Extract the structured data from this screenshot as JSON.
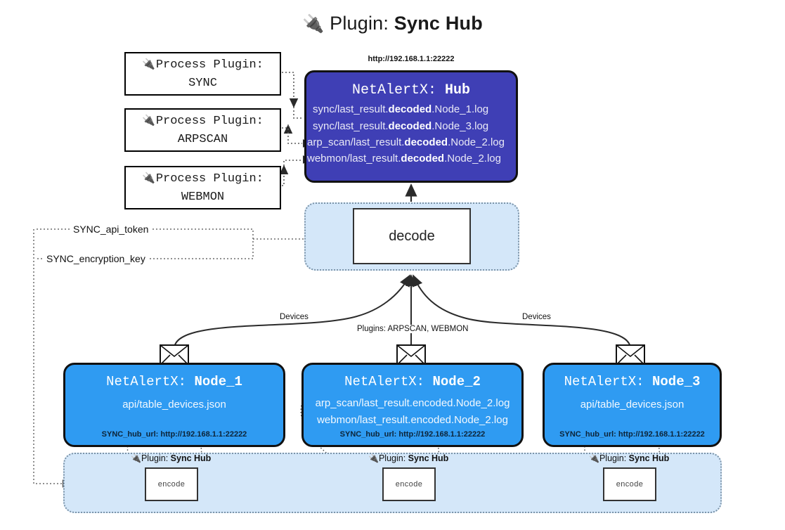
{
  "title": {
    "icon": "plug-icon",
    "prefix": "Plugin:",
    "name": "Sync Hub"
  },
  "process_plugins": [
    {
      "icon": "plug-icon",
      "line1": "Process Plugin:",
      "line2": "SYNC"
    },
    {
      "icon": "plug-icon",
      "line1": "Process Plugin:",
      "line2": "ARPSCAN"
    },
    {
      "icon": "plug-icon",
      "line1": "Process Plugin:",
      "line2": "WEBMON"
    }
  ],
  "hub": {
    "url": "http://192.168.1.1:22222",
    "title_prefix": "NetAlertX:",
    "title_name": "Hub",
    "color": "#3f3fb5",
    "logs": [
      {
        "pre": "sync/last_result.",
        "mid": "decoded",
        "post": ".Node_1.log"
      },
      {
        "pre": "sync/last_result.",
        "mid": "decoded",
        "post": ".Node_3.log"
      },
      {
        "pre": "arp_scan/last_result.",
        "mid": "decoded",
        "post": ".Node_2.log"
      },
      {
        "pre": "webmon/last_result.",
        "mid": "decoded",
        "post": ".Node_2.log"
      }
    ]
  },
  "decode_panel": {
    "box_label": "decode",
    "color": "#d4e7f9"
  },
  "settings": {
    "api_token": "SYNC_api_token",
    "encryption_key": "SYNC_encryption_key"
  },
  "edge_labels": {
    "devices_left": "Devices",
    "devices_right": "Devices",
    "plugins_center": "Plugins: ARPSCAN, WEBMON"
  },
  "nodes": [
    {
      "title_prefix": "NetAlertX:",
      "title_name": "Node_1",
      "lines": [
        "api/table_devices.json"
      ],
      "hub_url_label": "SYNC_hub_url: http://192.168.1.1:22222",
      "envelope_icon": "envelope-icon",
      "color": "#2f9bf2"
    },
    {
      "title_prefix": "NetAlertX:",
      "title_name": "Node_2",
      "lines": [
        "arp_scan/last_result.encoded.Node_2.log",
        "webmon/last_result.encoded.Node_2.log"
      ],
      "hub_url_label": "SYNC_hub_url: http://192.168.1.1:22222",
      "envelope_icon": "envelope-icon",
      "color": "#2f9bf2"
    },
    {
      "title_prefix": "NetAlertX:",
      "title_name": "Node_3",
      "lines": [
        "api/table_devices.json"
      ],
      "hub_url_label": "SYNC_hub_url: http://192.168.1.1:22222",
      "envelope_icon": "envelope-icon",
      "color": "#2f9bf2"
    }
  ],
  "encode_panel": {
    "color": "#d4e7f9",
    "plugins": [
      {
        "icon": "plug-icon",
        "prefix": "Plugin:",
        "name": "Sync Hub",
        "box_label": "encode"
      },
      {
        "icon": "plug-icon",
        "prefix": "Plugin:",
        "name": "Sync Hub",
        "box_label": "encode"
      },
      {
        "icon": "plug-icon",
        "prefix": "Plugin:",
        "name": "Sync Hub",
        "box_label": "encode"
      }
    ]
  }
}
